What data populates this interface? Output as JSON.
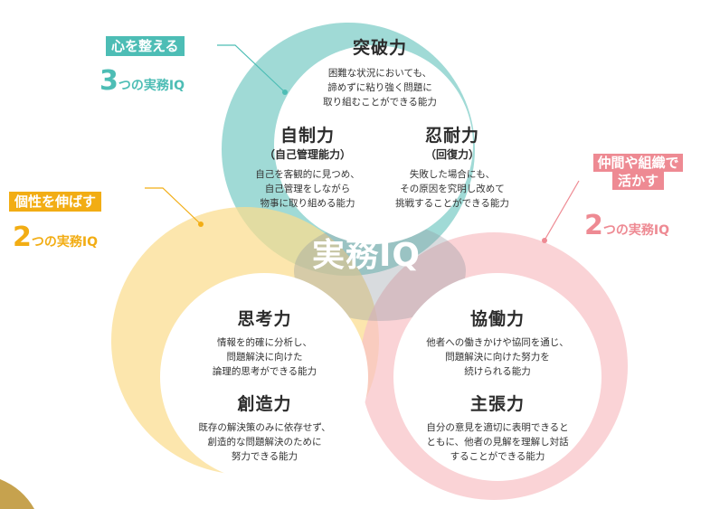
{
  "colors": {
    "teal": "#8fd3cf",
    "teal_dark": "#4dbdb5",
    "yellow": "#fbdc8e",
    "yellow_dark": "#f2ad14",
    "pink": "#f8c2c6",
    "pink_dark": "#ee8a93",
    "center_gray": "#8e99a0",
    "text_dark": "#2c2c2c"
  },
  "center_logo": {
    "text": "実務IQ",
    "icon": "magnifier-person-icon"
  },
  "groups": {
    "heart": {
      "tag": "心を整える",
      "count_num": "3",
      "count_text": "つの実務IQ"
    },
    "individuality": {
      "tag": "個性を伸ばす",
      "count_num": "2",
      "count_text": "つの実務IQ"
    },
    "peers": {
      "tag_line1": "仲間や組織で",
      "tag_line2": "活かす",
      "count_num": "2",
      "count_text": "つの実務IQ"
    }
  },
  "abilities": {
    "breakthrough": {
      "title": "突破力",
      "desc": "困難な状況においても、\n諦めずに粘り強く問題に\n取り組むことができる能力"
    },
    "self_control": {
      "title": "自制力",
      "sub": "（自己管理能力）",
      "desc": "自己を客観的に見つめ、\n自己管理をしながら\n物事に取り組める能力"
    },
    "endurance": {
      "title": "忍耐力",
      "sub": "（回復力）",
      "desc": "失敗した場合にも、\nその原因を究明し改めて\n挑戦することができる能力"
    },
    "thinking": {
      "title": "思考力",
      "desc": "情報を的確に分析し、\n問題解決に向けた\n論理的思考ができる能力"
    },
    "creativity": {
      "title": "創造力",
      "desc": "既存の解決策のみに依存せず、\n創造的な問題解決のために\n努力できる能力"
    },
    "collaboration": {
      "title": "協働力",
      "desc": "他者への働きかけや協同を通じ、\n問題解決に向けた努力を\n続けられる能力"
    },
    "assertion": {
      "title": "主張力",
      "desc": "自分の意見を適切に表明できると\nともに、他者の見解を理解し対話\nすることができる能力"
    }
  }
}
